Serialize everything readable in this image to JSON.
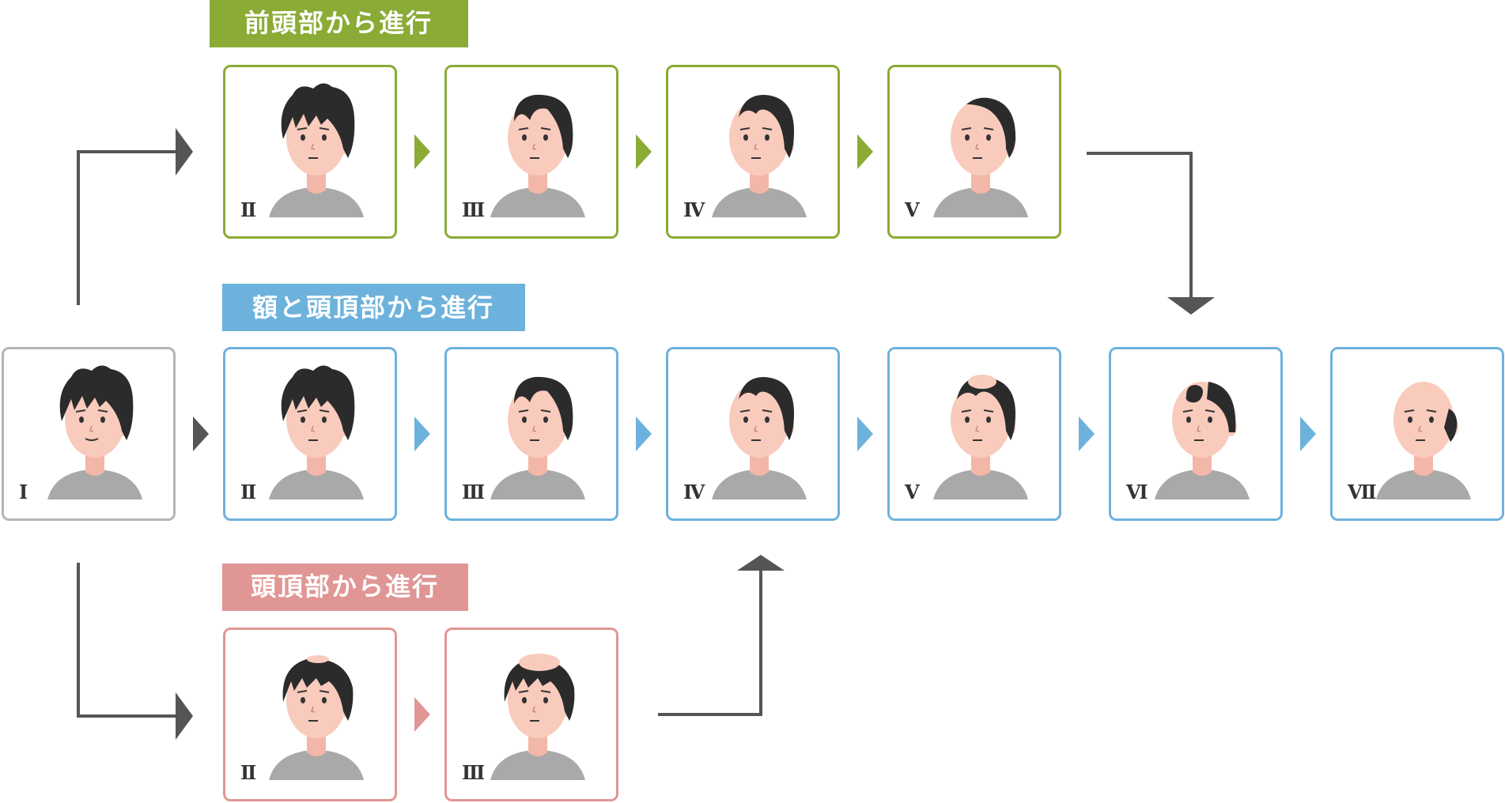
{
  "colors": {
    "frontal": "#8aab35",
    "mixed": "#6db2dc",
    "crown": "#e09694",
    "neutral": "#b4b4b4",
    "arrow": "#555555",
    "skin": "#f9cbbd",
    "skin_shade": "#f3b7a8",
    "hair": "#2b2b2b",
    "shirt": "#a9a9a9",
    "outline": "#333333"
  },
  "banners": {
    "frontal": "前頭部から進行",
    "mixed": "額と頭頂部から進行",
    "crown": "頭頂部から進行"
  },
  "start": {
    "label": "Ⅰ",
    "pattern": "full",
    "eyes": "calm"
  },
  "rows": {
    "frontal": {
      "stages": [
        {
          "label": "Ⅱ",
          "pattern": "full"
        },
        {
          "label": "Ⅲ",
          "pattern": "frontal-m"
        },
        {
          "label": "Ⅳ",
          "pattern": "frontal-deep"
        },
        {
          "label": "Ⅴ",
          "pattern": "frontal-top"
        }
      ]
    },
    "mixed": {
      "stages": [
        {
          "label": "Ⅱ",
          "pattern": "full"
        },
        {
          "label": "Ⅲ",
          "pattern": "frontal-m"
        },
        {
          "label": "Ⅳ",
          "pattern": "frontal-deep"
        },
        {
          "label": "Ⅴ",
          "pattern": "mixed-v"
        },
        {
          "label": "Ⅵ",
          "pattern": "mixed-vi"
        },
        {
          "label": "Ⅶ",
          "pattern": "bald"
        }
      ]
    },
    "crown": {
      "stages": [
        {
          "label": "Ⅱ",
          "pattern": "crown-small"
        },
        {
          "label": "Ⅲ",
          "pattern": "crown-large"
        }
      ]
    }
  }
}
